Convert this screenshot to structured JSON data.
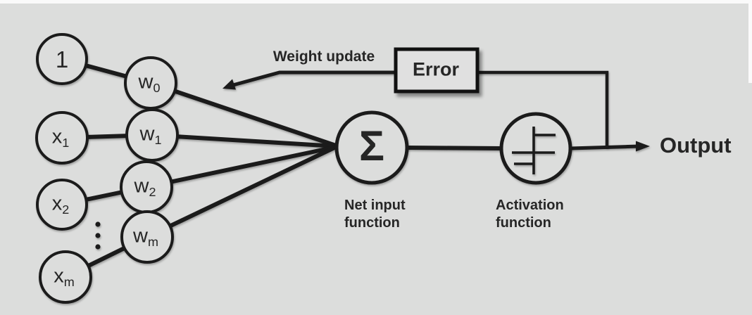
{
  "colors": {
    "background": "#dcdddc",
    "stroke": "#1b1b1b",
    "text": "#262626",
    "error_box_fill": "#e0e0e0",
    "edge_strip": "#fafafa"
  },
  "nodes": {
    "bias": {
      "label": "1"
    },
    "x1": {
      "main": "x",
      "sub": "1"
    },
    "x2": {
      "main": "x",
      "sub": "2"
    },
    "xm": {
      "main": "x",
      "sub": "m"
    },
    "w0": {
      "main": "w",
      "sub": "0"
    },
    "w1": {
      "main": "w",
      "sub": "1"
    },
    "w2": {
      "main": "w",
      "sub": "2"
    },
    "wm": {
      "main": "w",
      "sub": "m"
    },
    "sum": {
      "symbol": "Σ"
    }
  },
  "labels": {
    "weight_update": "Weight update",
    "error": "Error",
    "net_input": {
      "line1": "Net input",
      "line2": "function"
    },
    "activation": {
      "line1": "Activation",
      "line2": "function"
    },
    "output": "Output"
  },
  "icons": {
    "activation_symbol": "step-function-icon",
    "ellipsis": "vertical-ellipsis-icon"
  }
}
